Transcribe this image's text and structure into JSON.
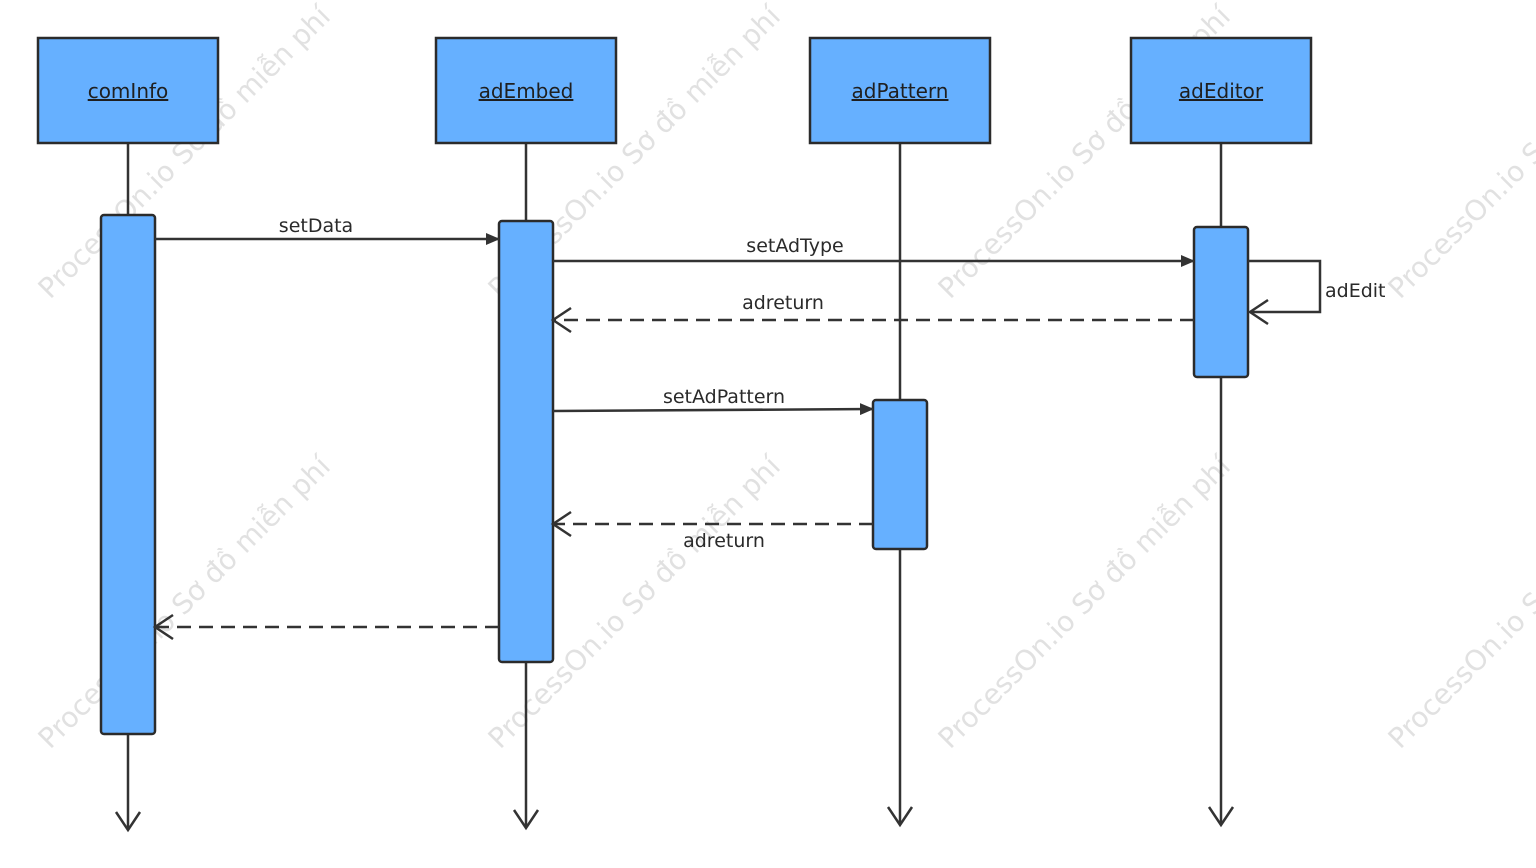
{
  "participants": [
    {
      "id": "cominfo",
      "label": "comInfo"
    },
    {
      "id": "adembed",
      "label": "adEmbed"
    },
    {
      "id": "adpattern",
      "label": "adPattern"
    },
    {
      "id": "adeditor",
      "label": "adEditor"
    }
  ],
  "messages": [
    {
      "id": "setdata",
      "label": "setData",
      "from": "comInfo",
      "to": "adEmbed",
      "style": "sync"
    },
    {
      "id": "setadtype",
      "label": "setAdType",
      "from": "adEmbed",
      "to": "adEditor",
      "style": "sync"
    },
    {
      "id": "adedit",
      "label": "adEdit",
      "from": "adEditor",
      "to": "adEditor",
      "style": "self"
    },
    {
      "id": "adreturn1",
      "label": "adreturn",
      "from": "adEditor",
      "to": "adEmbed",
      "style": "return"
    },
    {
      "id": "setadpattern",
      "label": "setAdPattern",
      "from": "adEmbed",
      "to": "adPattern",
      "style": "sync"
    },
    {
      "id": "adreturn2",
      "label": "adreturn",
      "from": "adPattern",
      "to": "adEmbed",
      "style": "return"
    },
    {
      "id": "return-cominfo",
      "label": "",
      "from": "adEmbed",
      "to": "comInfo",
      "style": "return"
    }
  ],
  "watermark": {
    "text": "ProcessOn.io Sơ đồ miễn phí"
  },
  "colors": {
    "box_fill": "#66b0ff",
    "box_stroke": "#2b2b2b",
    "line": "#333333"
  }
}
